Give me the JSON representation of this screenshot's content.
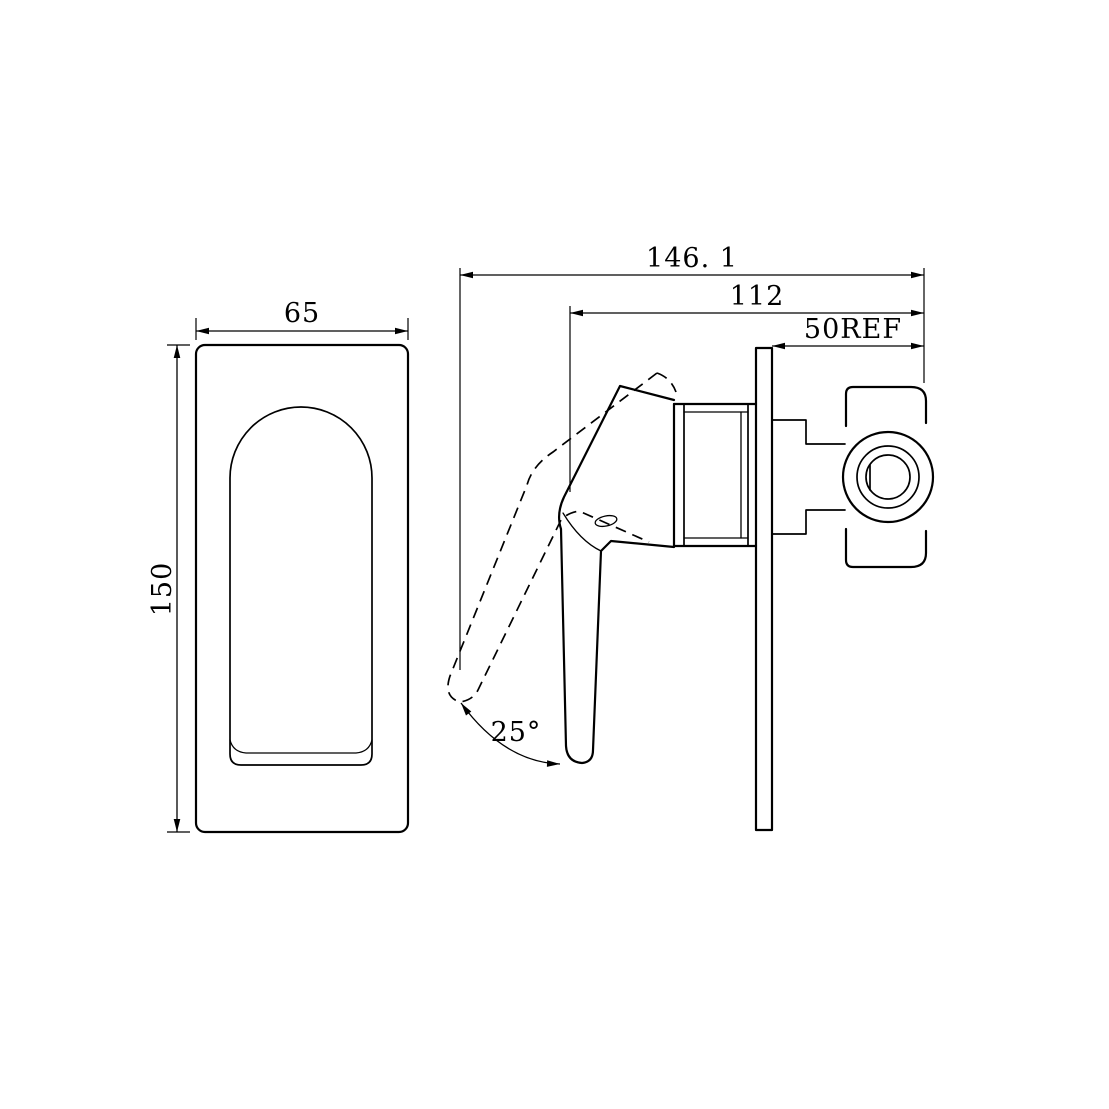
{
  "colors": {
    "line": "#000000",
    "background": "#ffffff"
  },
  "dimensions": {
    "front": {
      "width": "65",
      "height": "150"
    },
    "side": {
      "overall": "146. 1",
      "body": "112",
      "reference": "50REF",
      "handle_angle": "25°"
    }
  }
}
